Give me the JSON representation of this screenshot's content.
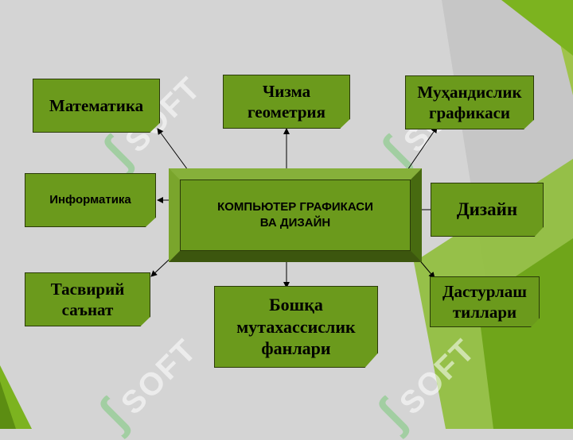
{
  "watermark": {
    "text": "SOFT",
    "mark": "ʃ"
  },
  "center": {
    "line1": "КОМПЬЮТЕР ГРАФИКАСИ",
    "line2": "ВА ДИЗАЙН"
  },
  "nodes": {
    "math": "Математика",
    "drawing": {
      "line1": "Чизма",
      "line2": "геометрия"
    },
    "engineering": {
      "line1": "Муҳандислик",
      "line2": "графикаси"
    },
    "informatics": "Информатика",
    "design": "Дизайн",
    "art": {
      "line1": "Тасвирий",
      "line2": "саънат"
    },
    "other": {
      "line1": "Бошқа",
      "line2": "мутахассислик",
      "line3": "фанлари"
    },
    "programming": {
      "line1": "Дастурлаш",
      "line2": "тиллари"
    }
  },
  "colors": {
    "box": "#6b9a1c",
    "accent": "#7cb31f",
    "background": "#d4d4d4"
  }
}
